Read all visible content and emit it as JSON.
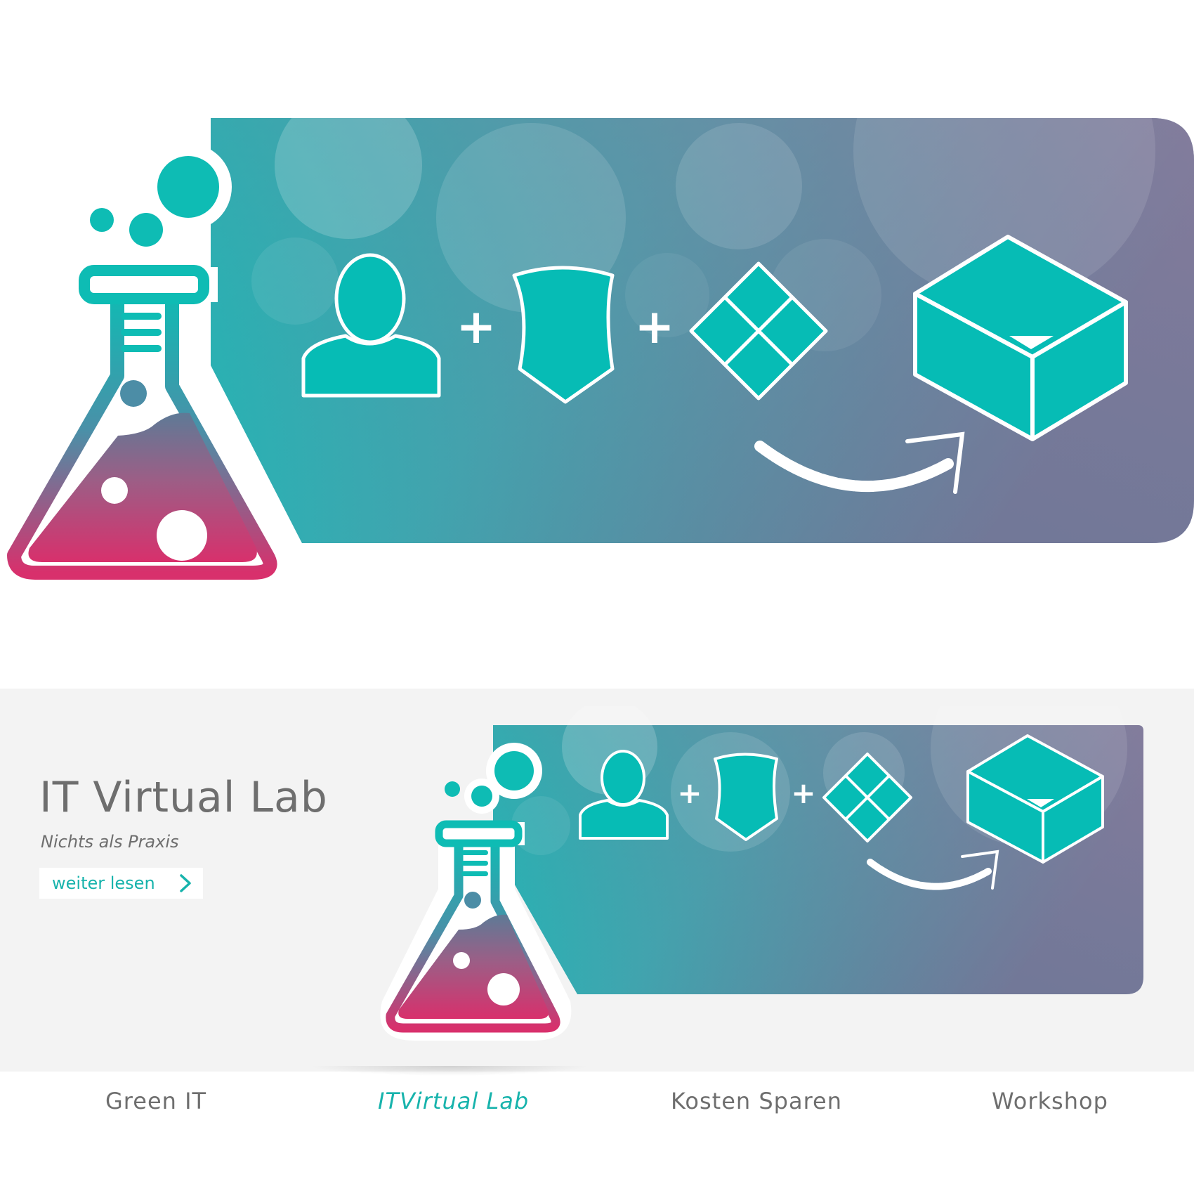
{
  "hero": {
    "illustration": {
      "icons": [
        "flask-icon",
        "user-icon",
        "shield-icon",
        "windows-logo-icon",
        "box-icon",
        "arrow-icon"
      ],
      "plus_signs": [
        "+",
        "+"
      ]
    }
  },
  "slider": {
    "slide": {
      "title": "IT Virtual Lab",
      "subtitle": "Nichts als Praxis",
      "button_label": "weiter lesen"
    }
  },
  "nav": {
    "items": [
      {
        "label": "Green IT",
        "active": false
      },
      {
        "label": "ITVirtual Lab",
        "active": true
      },
      {
        "label": "Kosten Sparen",
        "active": false
      },
      {
        "label": "Workshop",
        "active": false
      }
    ]
  },
  "colors": {
    "teal": "#06bcb5",
    "slate": "#6a7899",
    "violet": "#8a7d9c",
    "magenta": "#d8306c",
    "text_gray": "#6e6e6e",
    "panel_bg": "#f3f3f3"
  }
}
